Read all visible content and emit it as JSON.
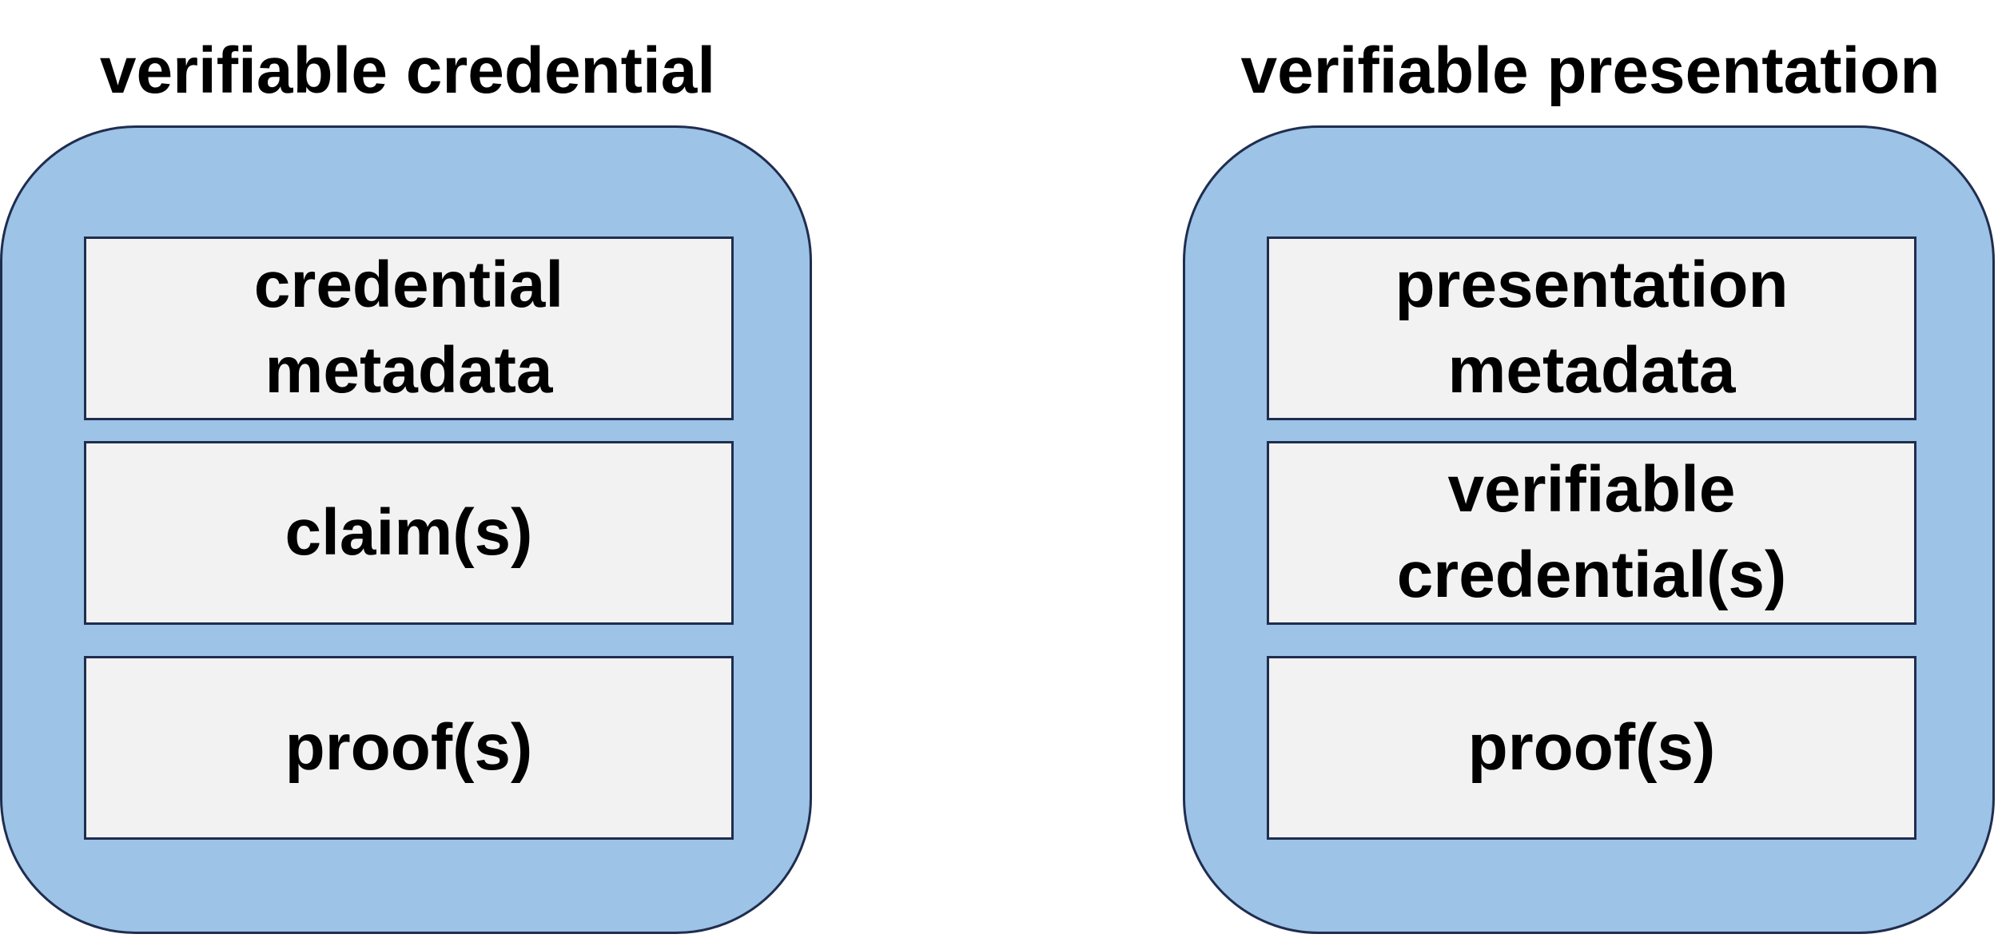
{
  "colors": {
    "container_fill": "#9dc3e6",
    "block_fill": "#f2f2f2",
    "outline": "#1f2d4f"
  },
  "credential": {
    "title": "verifiable credential",
    "blocks": [
      {
        "line1": "credential",
        "line2": "metadata"
      },
      {
        "line1": "claim(s)"
      },
      {
        "line1": "proof(s)"
      }
    ]
  },
  "presentation": {
    "title": "verifiable presentation",
    "blocks": [
      {
        "line1": "presentation",
        "line2": "metadata"
      },
      {
        "line1": "verifiable",
        "line2": "credential(s)"
      },
      {
        "line1": "proof(s)"
      }
    ]
  }
}
